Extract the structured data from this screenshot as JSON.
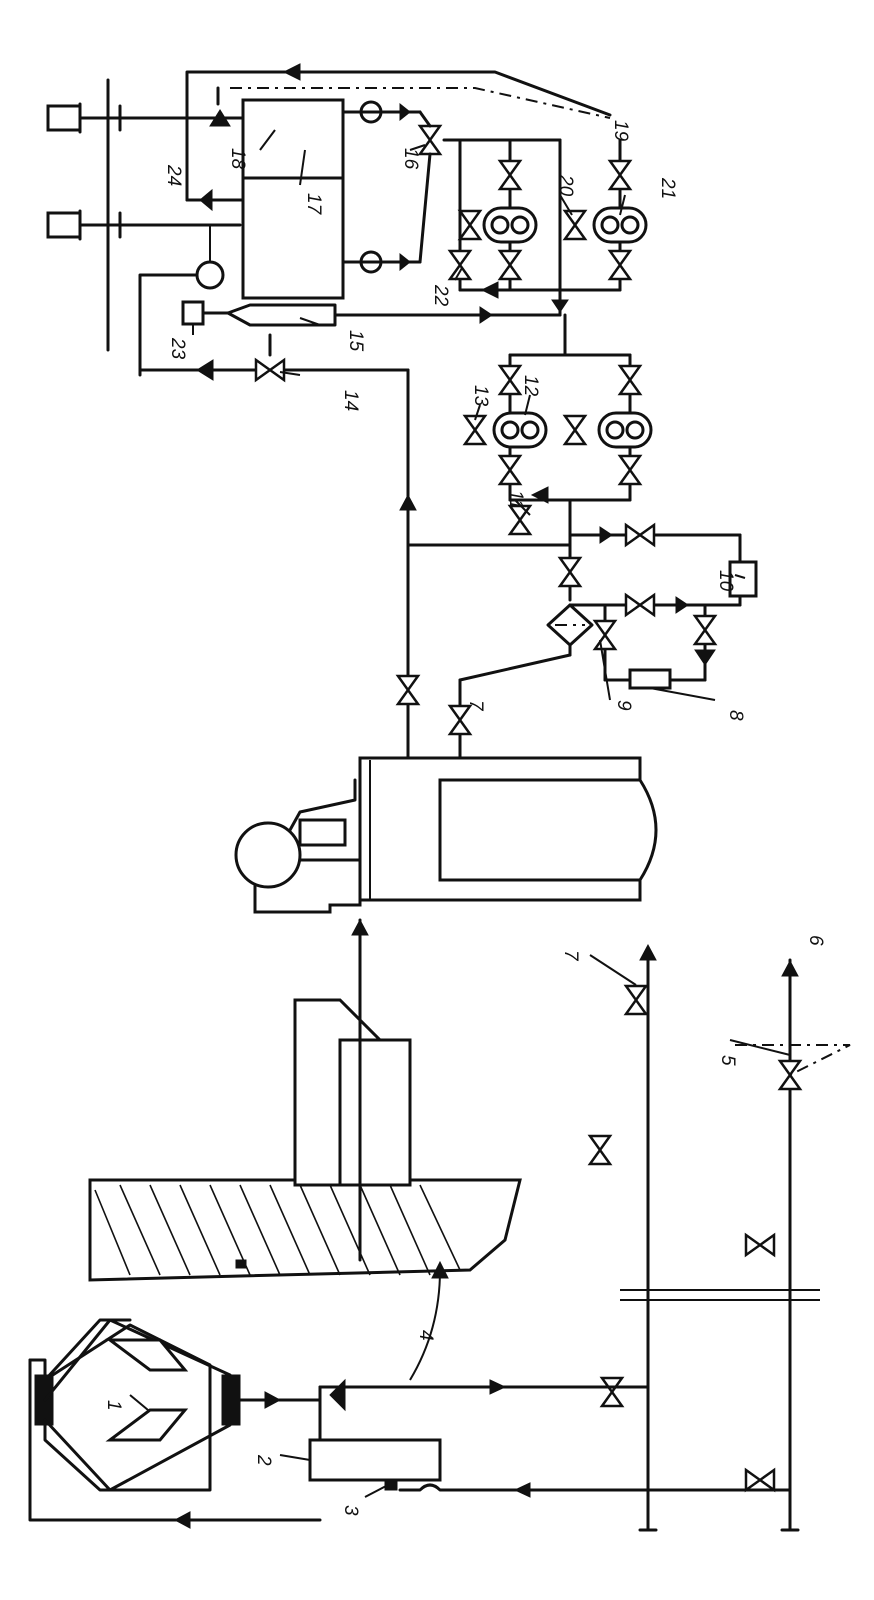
{
  "labels": {
    "l1": "1",
    "l2": "2",
    "l3": "3",
    "l4": "4",
    "l5": "5",
    "l6": "6",
    "l7a": "7",
    "l7b": "7",
    "l8": "8",
    "l9": "9",
    "l10": "10",
    "l11": "11",
    "l12": "12",
    "l13": "13",
    "l14": "14",
    "l15": "15",
    "l16": "16",
    "l17": "17",
    "l18": "18",
    "l19": "19",
    "l20": "20",
    "l21": "21",
    "l22": "22",
    "l23": "23",
    "l24": "24"
  },
  "icons": {
    "valve": "bowtie-valve-icon",
    "arrow": "flow-arrow-icon",
    "pump": "gear-pump-icon",
    "burner": "burner-nozzle-icon"
  },
  "colors": {
    "ink": "#111111",
    "paper": "#ffffff"
  }
}
